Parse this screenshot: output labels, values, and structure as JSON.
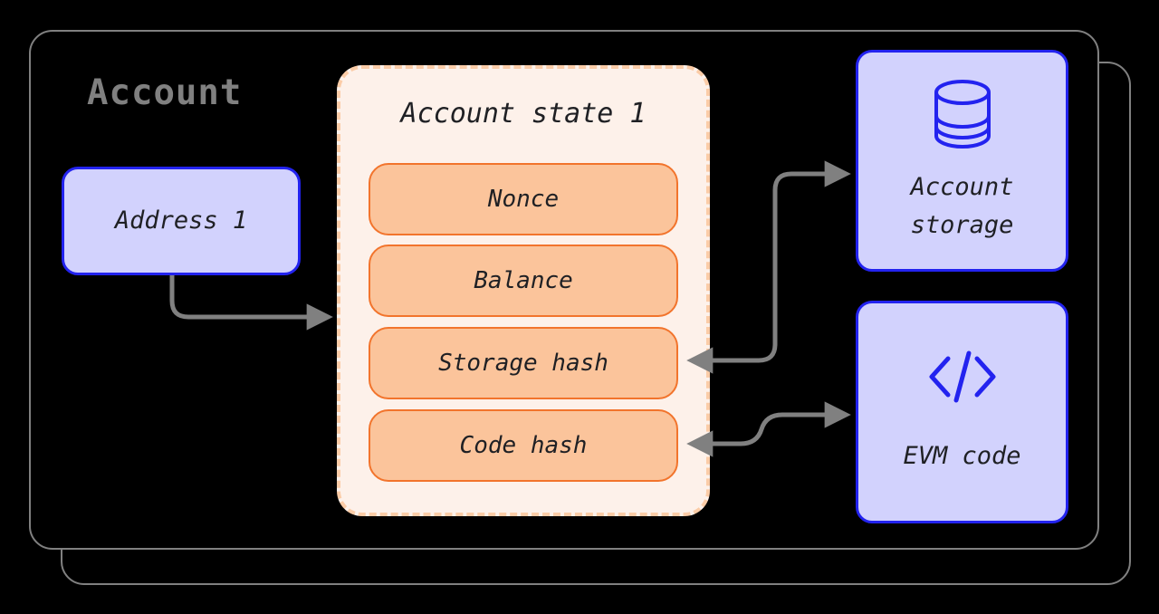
{
  "diagram": {
    "title": "Account",
    "background_color": "#000000",
    "container_border_color": "#808080"
  },
  "account": {
    "label": "Account",
    "address": {
      "label": "Address 1",
      "fill": "#d2d2fd",
      "border": "#2323ef"
    }
  },
  "account_state": {
    "title": "Account state 1",
    "panel_fill": "#fdf1ea",
    "panel_border": "#fbcca7",
    "pill_fill": "#fbc49b",
    "pill_border": "#f2742c",
    "fields": [
      {
        "label": "Nonce"
      },
      {
        "label": "Balance"
      },
      {
        "label": "Storage hash"
      },
      {
        "label": "Code hash"
      }
    ]
  },
  "external": [
    {
      "label": "Account\nstorage",
      "icon": "database-icon",
      "fill": "#d2d2fd",
      "border": "#2323ef"
    },
    {
      "label": "EVM code",
      "icon": "code-brackets-icon",
      "fill": "#d2d2fd",
      "border": "#2323ef"
    }
  ],
  "connectors": {
    "color": "#808080",
    "edges": [
      {
        "from": "Address 1",
        "to": "Account state 1",
        "direction": "forward"
      },
      {
        "from": "Storage hash",
        "to": "Account storage",
        "direction": "both"
      },
      {
        "from": "Code hash",
        "to": "EVM code",
        "direction": "both"
      }
    ]
  }
}
